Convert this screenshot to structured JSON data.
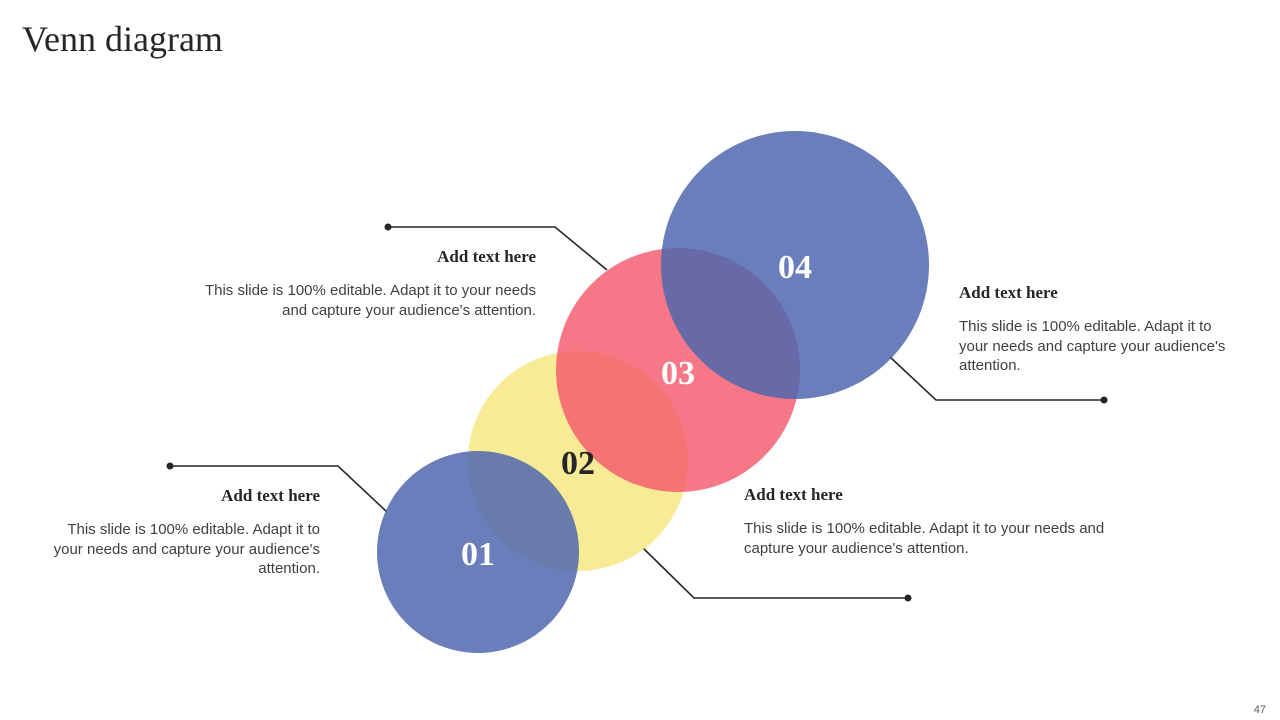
{
  "slide": {
    "title": "Venn diagram",
    "page_number": "47"
  },
  "colors": {
    "blue": "#4F67AE",
    "yellow": "#F6E882",
    "red": "#F4566A",
    "connector": "#262626"
  },
  "circles": [
    {
      "id": "01",
      "label": "01",
      "color": "blue"
    },
    {
      "id": "02",
      "label": "02",
      "color": "yellow"
    },
    {
      "id": "03",
      "label": "03",
      "color": "red"
    },
    {
      "id": "04",
      "label": "04",
      "color": "blue"
    }
  ],
  "callouts": {
    "c01": {
      "heading": "Add text here",
      "body": "This slide is 100% editable. Adapt it to your needs and capture your audience's attention."
    },
    "c02": {
      "heading": "Add text here",
      "body": "This slide is 100% editable. Adapt it to your needs and capture your audience's attention."
    },
    "c03": {
      "heading": "Add text here",
      "body": "This slide is 100% editable. Adapt it to your needs and capture your audience's attention."
    },
    "c04": {
      "heading": "Add text here",
      "body": "This slide is 100% editable. Adapt it to your needs and capture your audience's attention."
    }
  }
}
